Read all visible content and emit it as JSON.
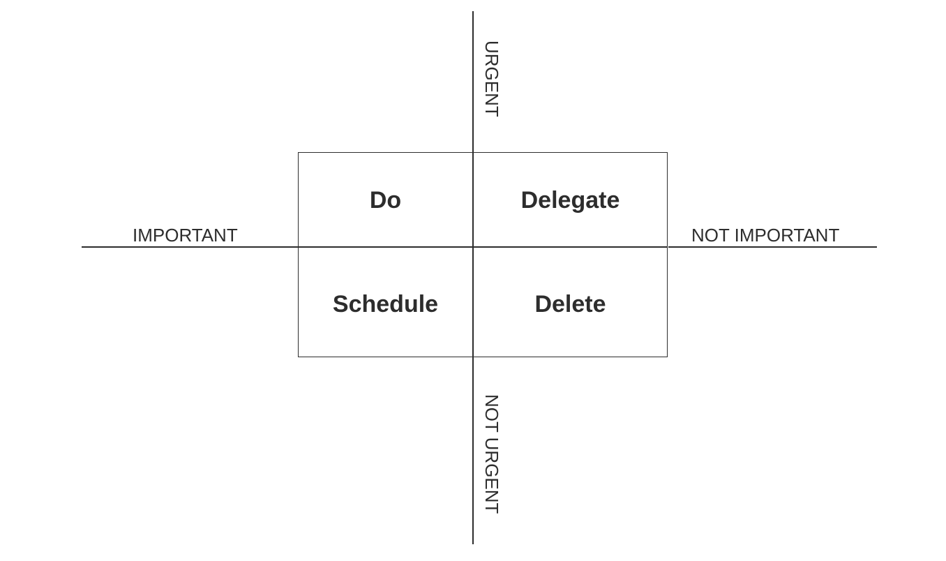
{
  "diagram": {
    "axes": {
      "top": "URGENT",
      "bottom": "NOT URGENT",
      "left": "IMPORTANT",
      "right": "NOT IMPORTANT"
    },
    "quadrants": {
      "top_left": "Do",
      "top_right": "Delegate",
      "bottom_left": "Schedule",
      "bottom_right": "Delete"
    },
    "colors": {
      "line": "#2d2d2d",
      "text": "#2d2d2d",
      "background": "#ffffff"
    }
  }
}
